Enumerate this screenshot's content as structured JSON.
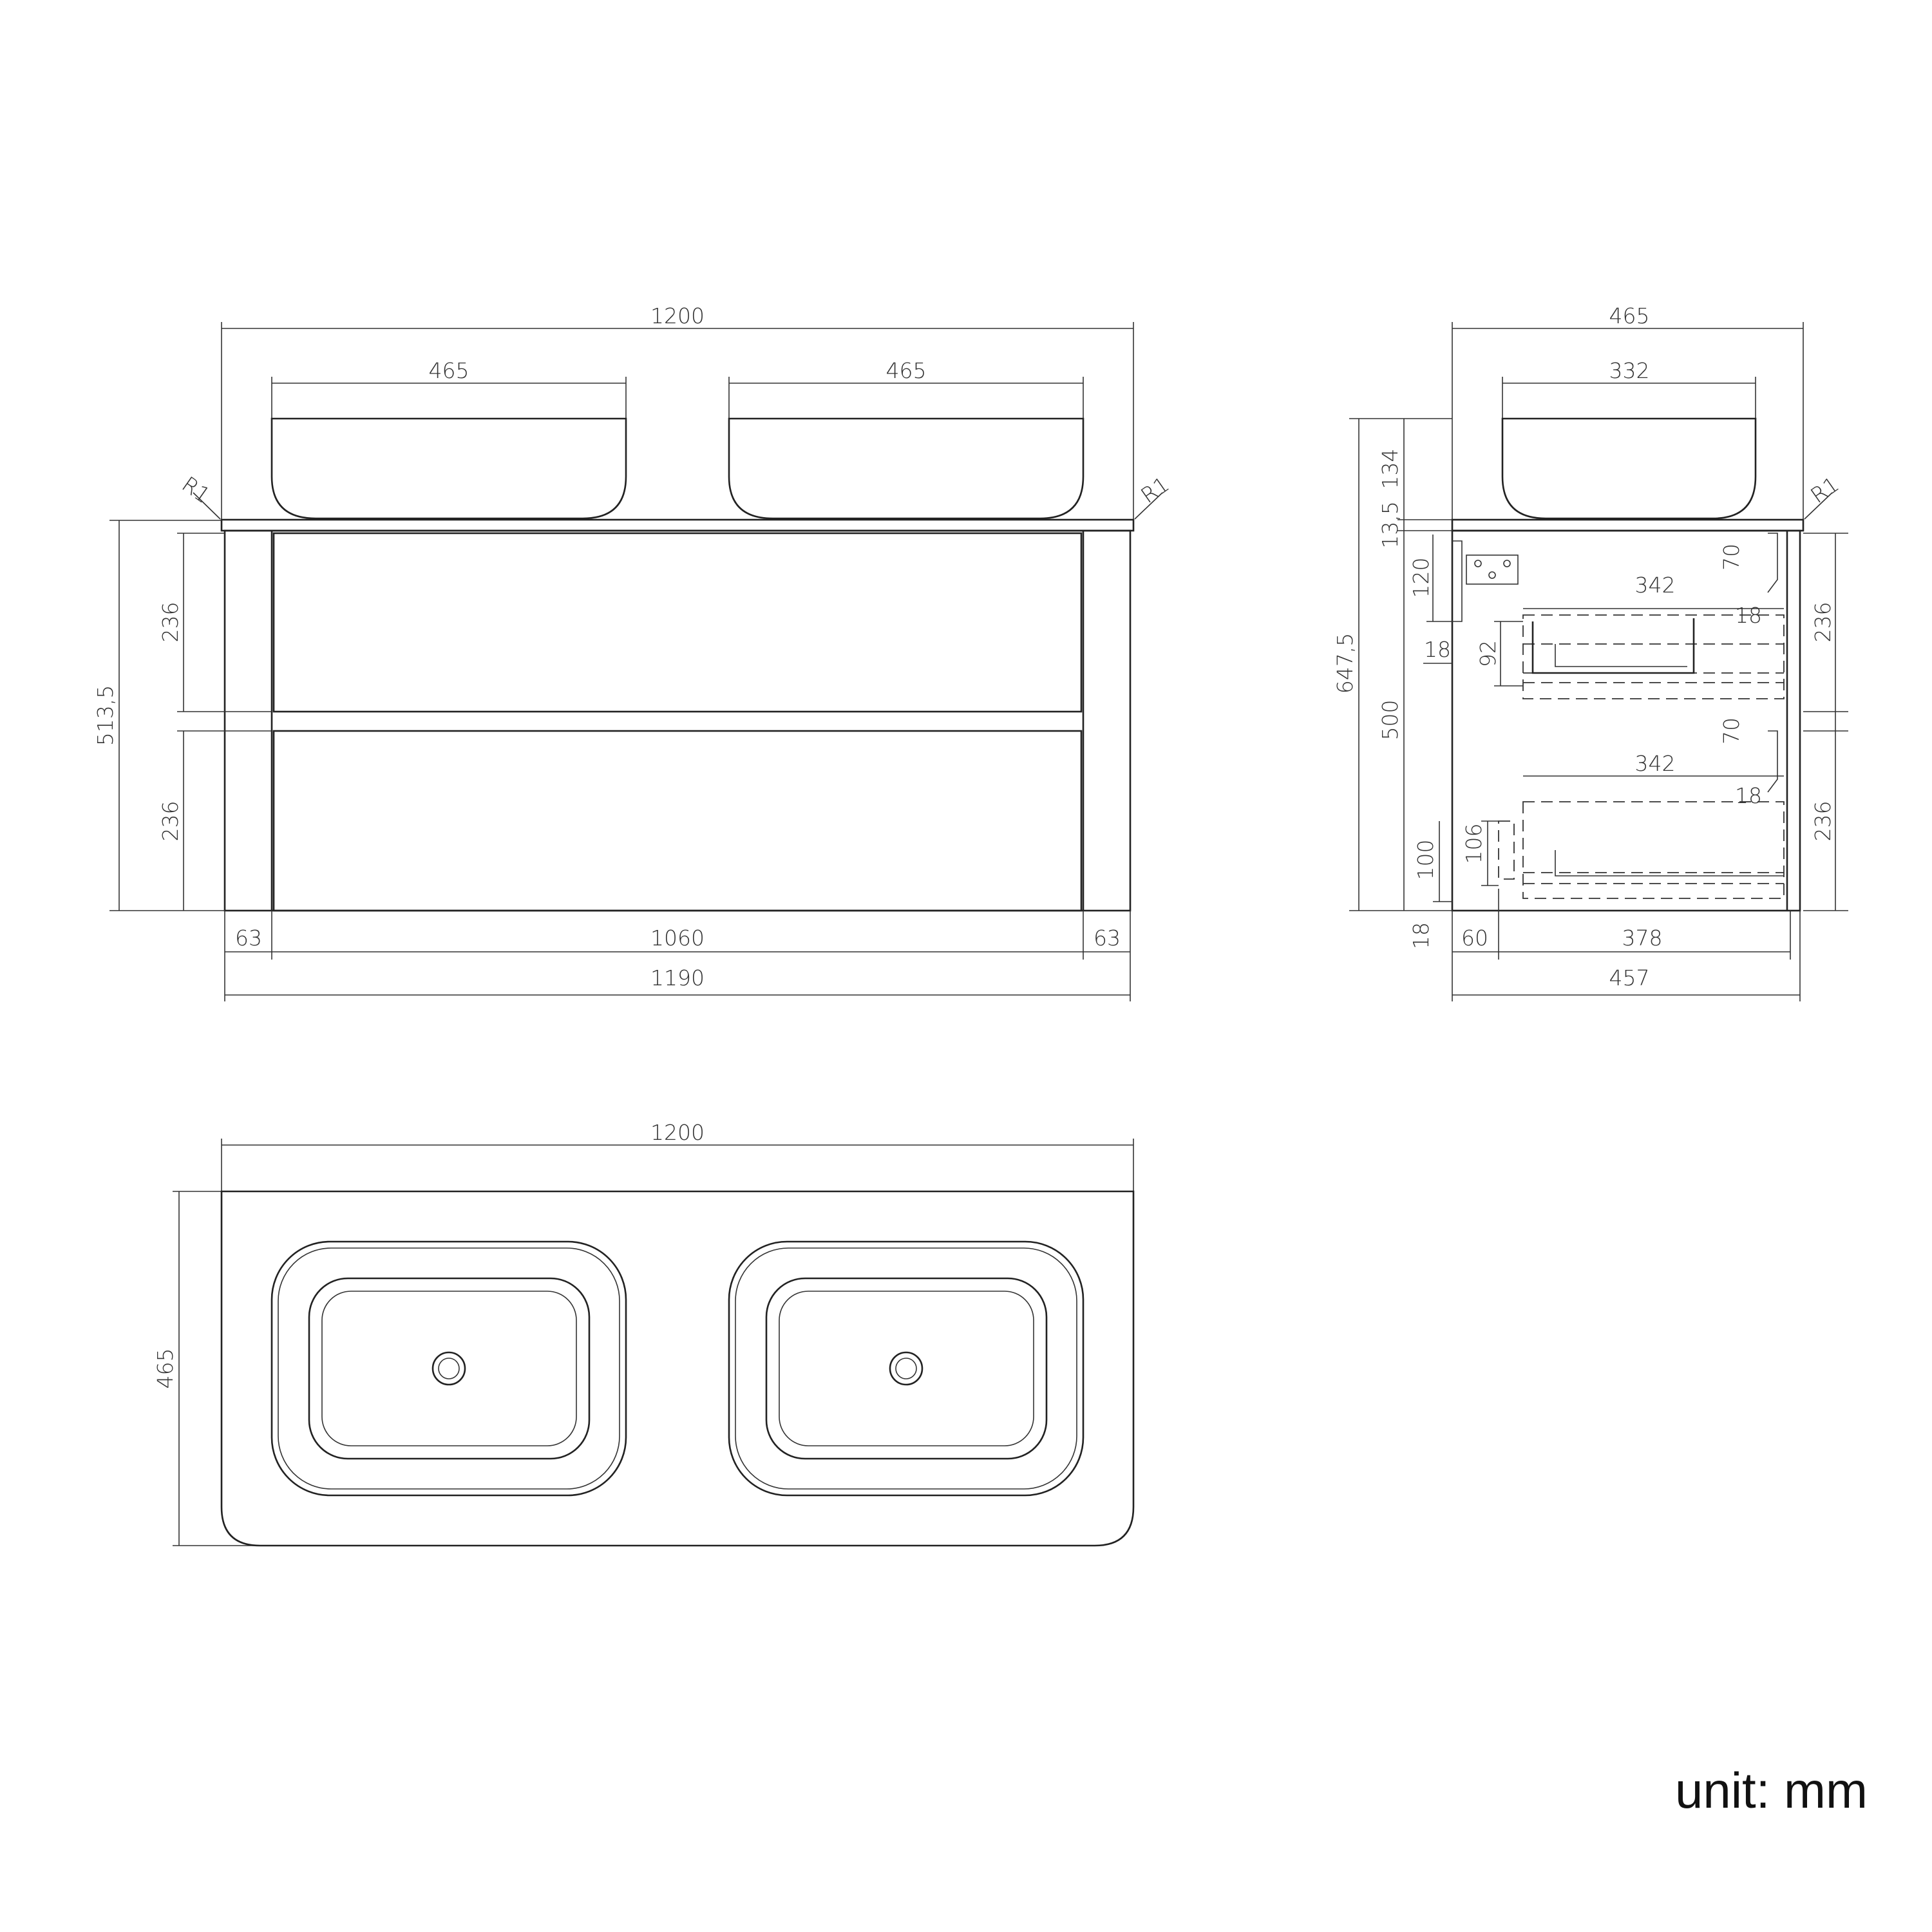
{
  "unit_label": "unit: mm",
  "front_view": {
    "overall_width": "1200",
    "basin_left_width": "465",
    "basin_right_width": "465",
    "corner_radius_left": "R1",
    "corner_radius_right": "R1",
    "height_total": "513,5",
    "drawer_top_height": "236",
    "drawer_bottom_height": "236",
    "side_left": "63",
    "drawer_width": "1060",
    "side_right": "63",
    "cabinet_width": "1190"
  },
  "side_view": {
    "overall_depth": "465",
    "basin_depth": "332",
    "corner_radius": "R1",
    "basin_height": "134",
    "top_thickness": "13,5",
    "total_height": "647,5",
    "bracket_height": "120",
    "drawer_gap": "18",
    "body_height": "500",
    "inner_drawer_upper": "92",
    "inner_drawer_lower": "106",
    "plinth": "100",
    "bottom": "18",
    "upper_drawer_depth": "342",
    "lower_drawer_depth": "342",
    "upper_panel": "18",
    "lower_panel": "18",
    "upper_front_gap": "70",
    "lower_front_gap": "70",
    "front_height_upper": "236",
    "front_height_lower": "236",
    "setback": "60",
    "drawer_run": "378",
    "cabinet_depth": "457"
  },
  "top_view": {
    "overall_width": "1200",
    "depth": "465"
  }
}
